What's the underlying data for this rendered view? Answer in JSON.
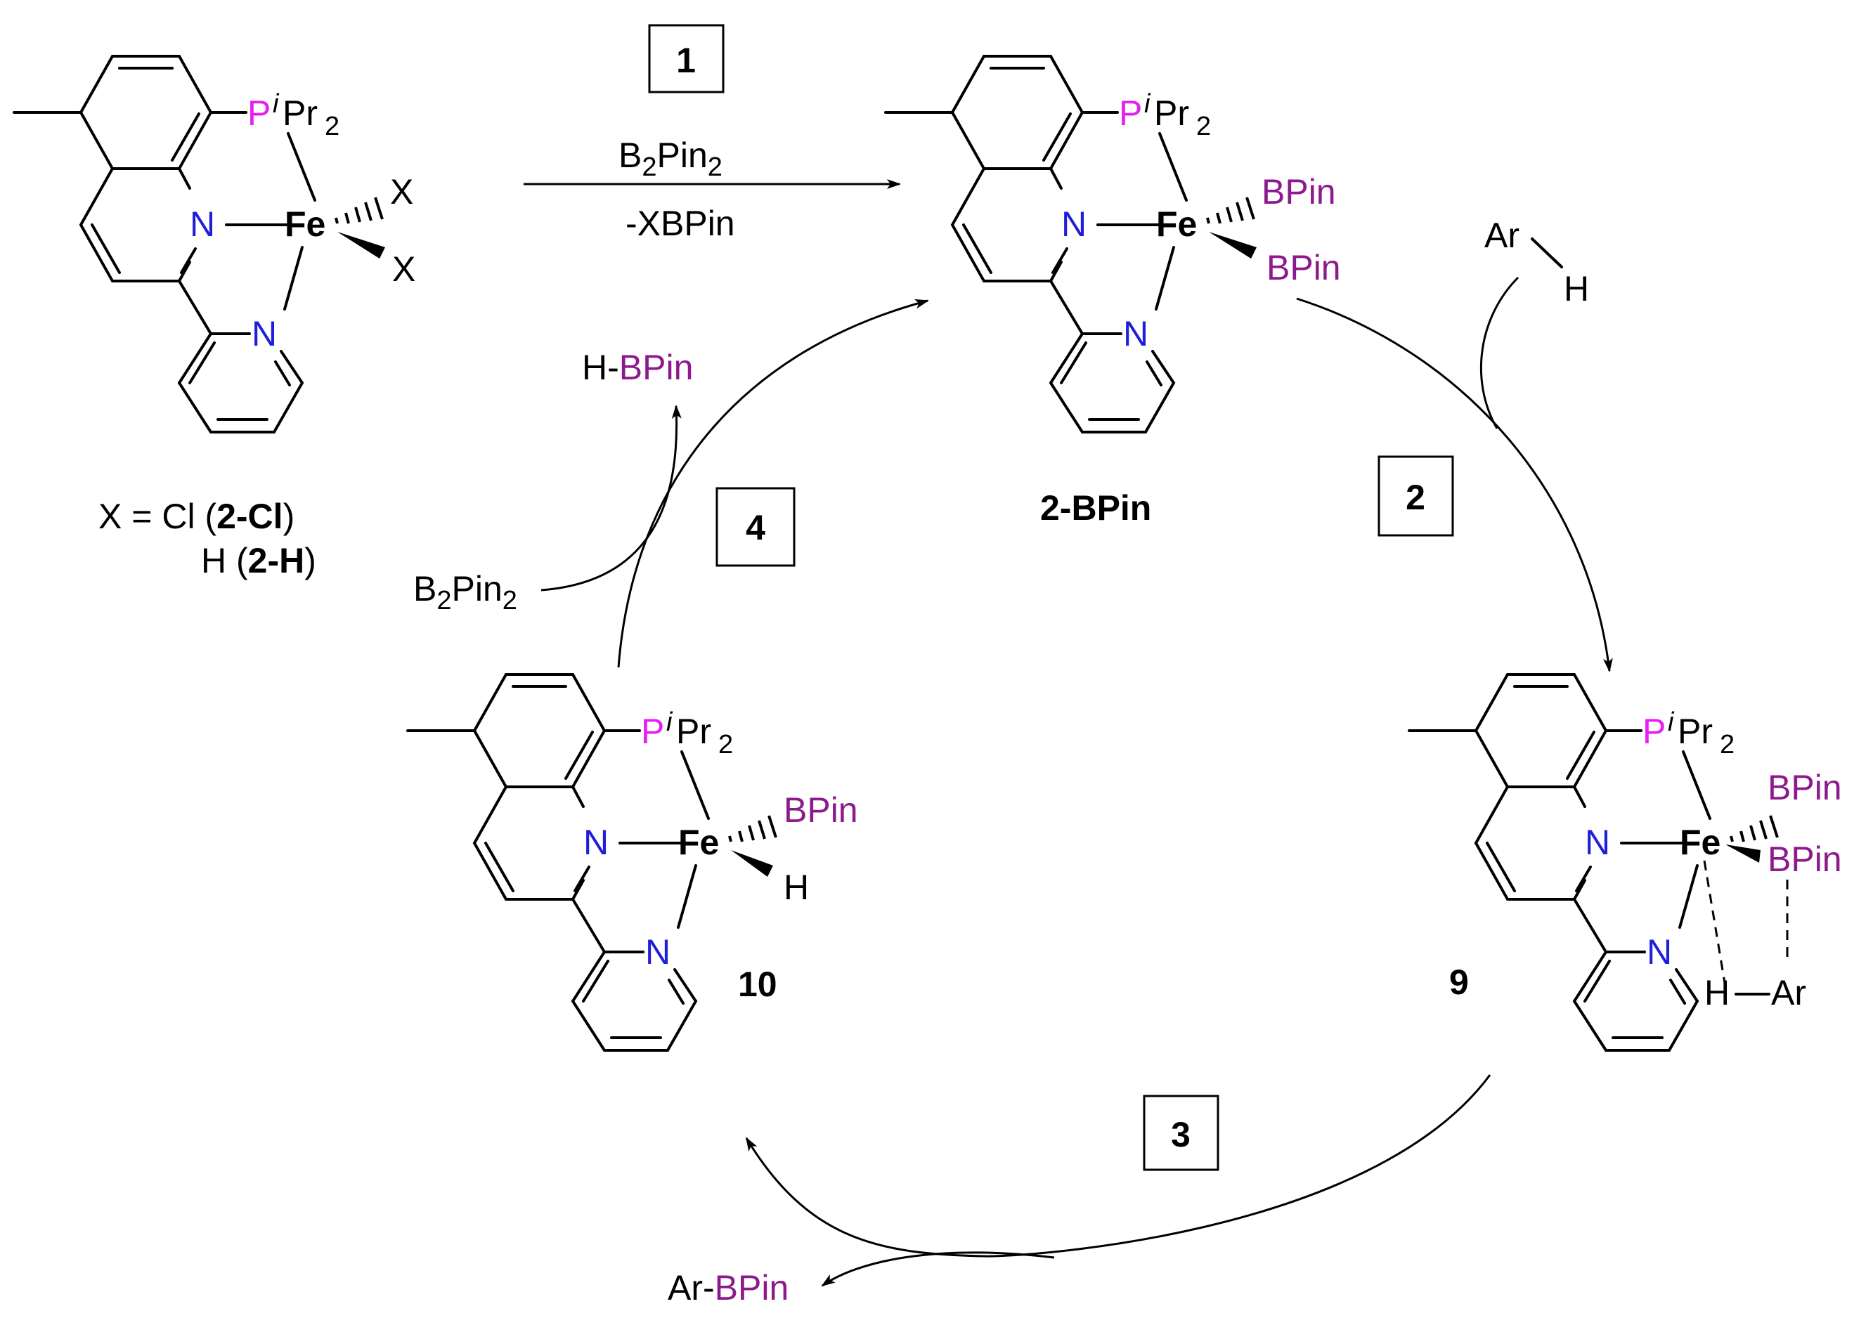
{
  "colors": {
    "phosphorus": "#e81ff0",
    "nitrogen": "#1f1fd9",
    "boron": "#8c1a8c",
    "bond": "#000000"
  },
  "atoms": {
    "P": "P",
    "iPr_i": "i",
    "iPr_Pr": "Pr",
    "iPr_sub": "2",
    "N": "N",
    "Fe": "Fe",
    "X": "X",
    "H": "H",
    "BPin": "BPin",
    "Ar": "Ar"
  },
  "steps": {
    "step1": "1",
    "step2": "2",
    "step3": "3",
    "step4": "4"
  },
  "step1": {
    "reagent_B": "B",
    "reagent_sub2a": "2",
    "reagent_Pin": "Pin",
    "reagent_sub2b": "2",
    "byproduct": "-XBPin"
  },
  "step2": {
    "substrate_Ar": "Ar",
    "substrate_H": "H"
  },
  "step3": {
    "product_Ar": "Ar-",
    "product_BPin": "BPin"
  },
  "step4": {
    "reagent_B": "B",
    "reagent_sub2a": "2",
    "reagent_Pin": "Pin",
    "reagent_sub2b": "2",
    "product_H": "H-",
    "product_BPin": "BPin"
  },
  "labels": {
    "precatalyst_line1_prefix": "X = Cl (",
    "precatalyst_line1_bold": "2-Cl",
    "precatalyst_line1_suffix": ")",
    "precatalyst_line2_prefix": "H (",
    "precatalyst_line2_bold": "2-H",
    "precatalyst_line2_suffix": ")",
    "cmpd_2BPin": "2-BPin",
    "cmpd_9": "9",
    "cmpd_10": "10"
  }
}
